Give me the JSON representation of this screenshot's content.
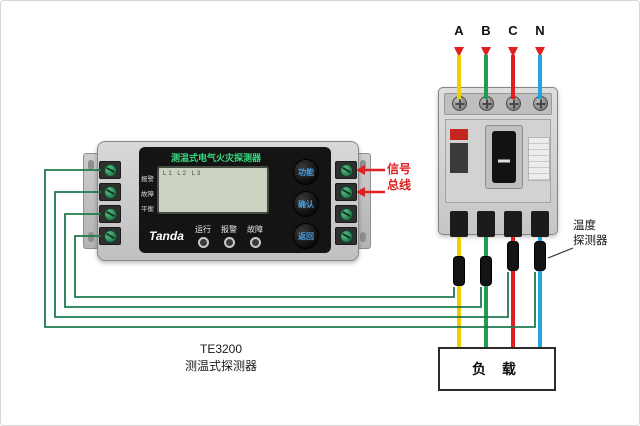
{
  "labels": {
    "phase": [
      "A",
      "B",
      "C",
      "N"
    ],
    "signal_bus_line1": "信号",
    "signal_bus_line2": "总线",
    "temp_sensor_line1": "温度",
    "temp_sensor_line2": "探测器",
    "load": "负  载",
    "caption_model": "TE3200",
    "caption_name": "测温式探测器"
  },
  "detector": {
    "title": "测温式电气火灾探测器",
    "brand": "Tanda",
    "lcd_header": "L1   L2   L3",
    "side_labels": [
      "报警",
      "故障",
      "平衡"
    ],
    "status": [
      "运行",
      "报警",
      "故障"
    ],
    "buttons": [
      "功能",
      "确认",
      "返回"
    ]
  },
  "colors": {
    "wire_a": "#f0d000",
    "wire_b": "#1f9d55",
    "wire_c": "#e02020",
    "wire_n": "#1fa6dc",
    "sensor_lead": "#1e7a50",
    "accent_red": "#e02020",
    "leader_line": "#333333"
  }
}
